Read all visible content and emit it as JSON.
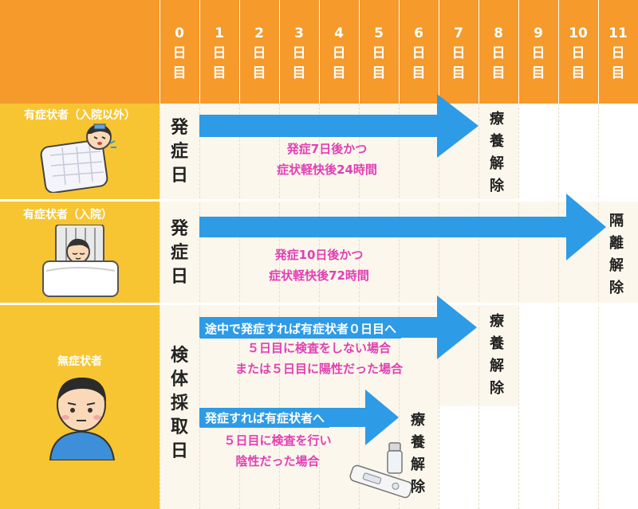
{
  "header": {
    "days": [
      "0",
      "1",
      "2",
      "3",
      "4",
      "5",
      "6",
      "7",
      "8",
      "9",
      "10",
      "11"
    ],
    "day_suffix": "日",
    "row_suffix": "目"
  },
  "rows": [
    {
      "label": "有症状者（入院以外）",
      "start": "発症日",
      "condition_line1": "発症7日後かつ",
      "condition_line2": "症状軽快後24時間",
      "end": "療養解除"
    },
    {
      "label": "有症状者（入院）",
      "start": "発症日",
      "condition_line1": "発症10日後かつ",
      "condition_line2": "症状軽快後72時間",
      "end": "隔離解除"
    },
    {
      "label": "無症状者",
      "start": "検体採取日",
      "upper_banner": "途中で発症すれば有症状者０日目へ",
      "upper_line1": "５日目に検査をしない場合",
      "upper_line2": "または５日目に陽性だった場合",
      "upper_end": "療養解除",
      "lower_banner": "発症すれば有症状者へ",
      "lower_line1": "５日目に検査を行い",
      "lower_line2": "陰性だった場合",
      "lower_end": "療養解除"
    }
  ],
  "colors": {
    "header": "#f59a2b",
    "left_column": "#f7c531",
    "arrow": "#2d9be6",
    "condition_text": "#e23fb4"
  }
}
